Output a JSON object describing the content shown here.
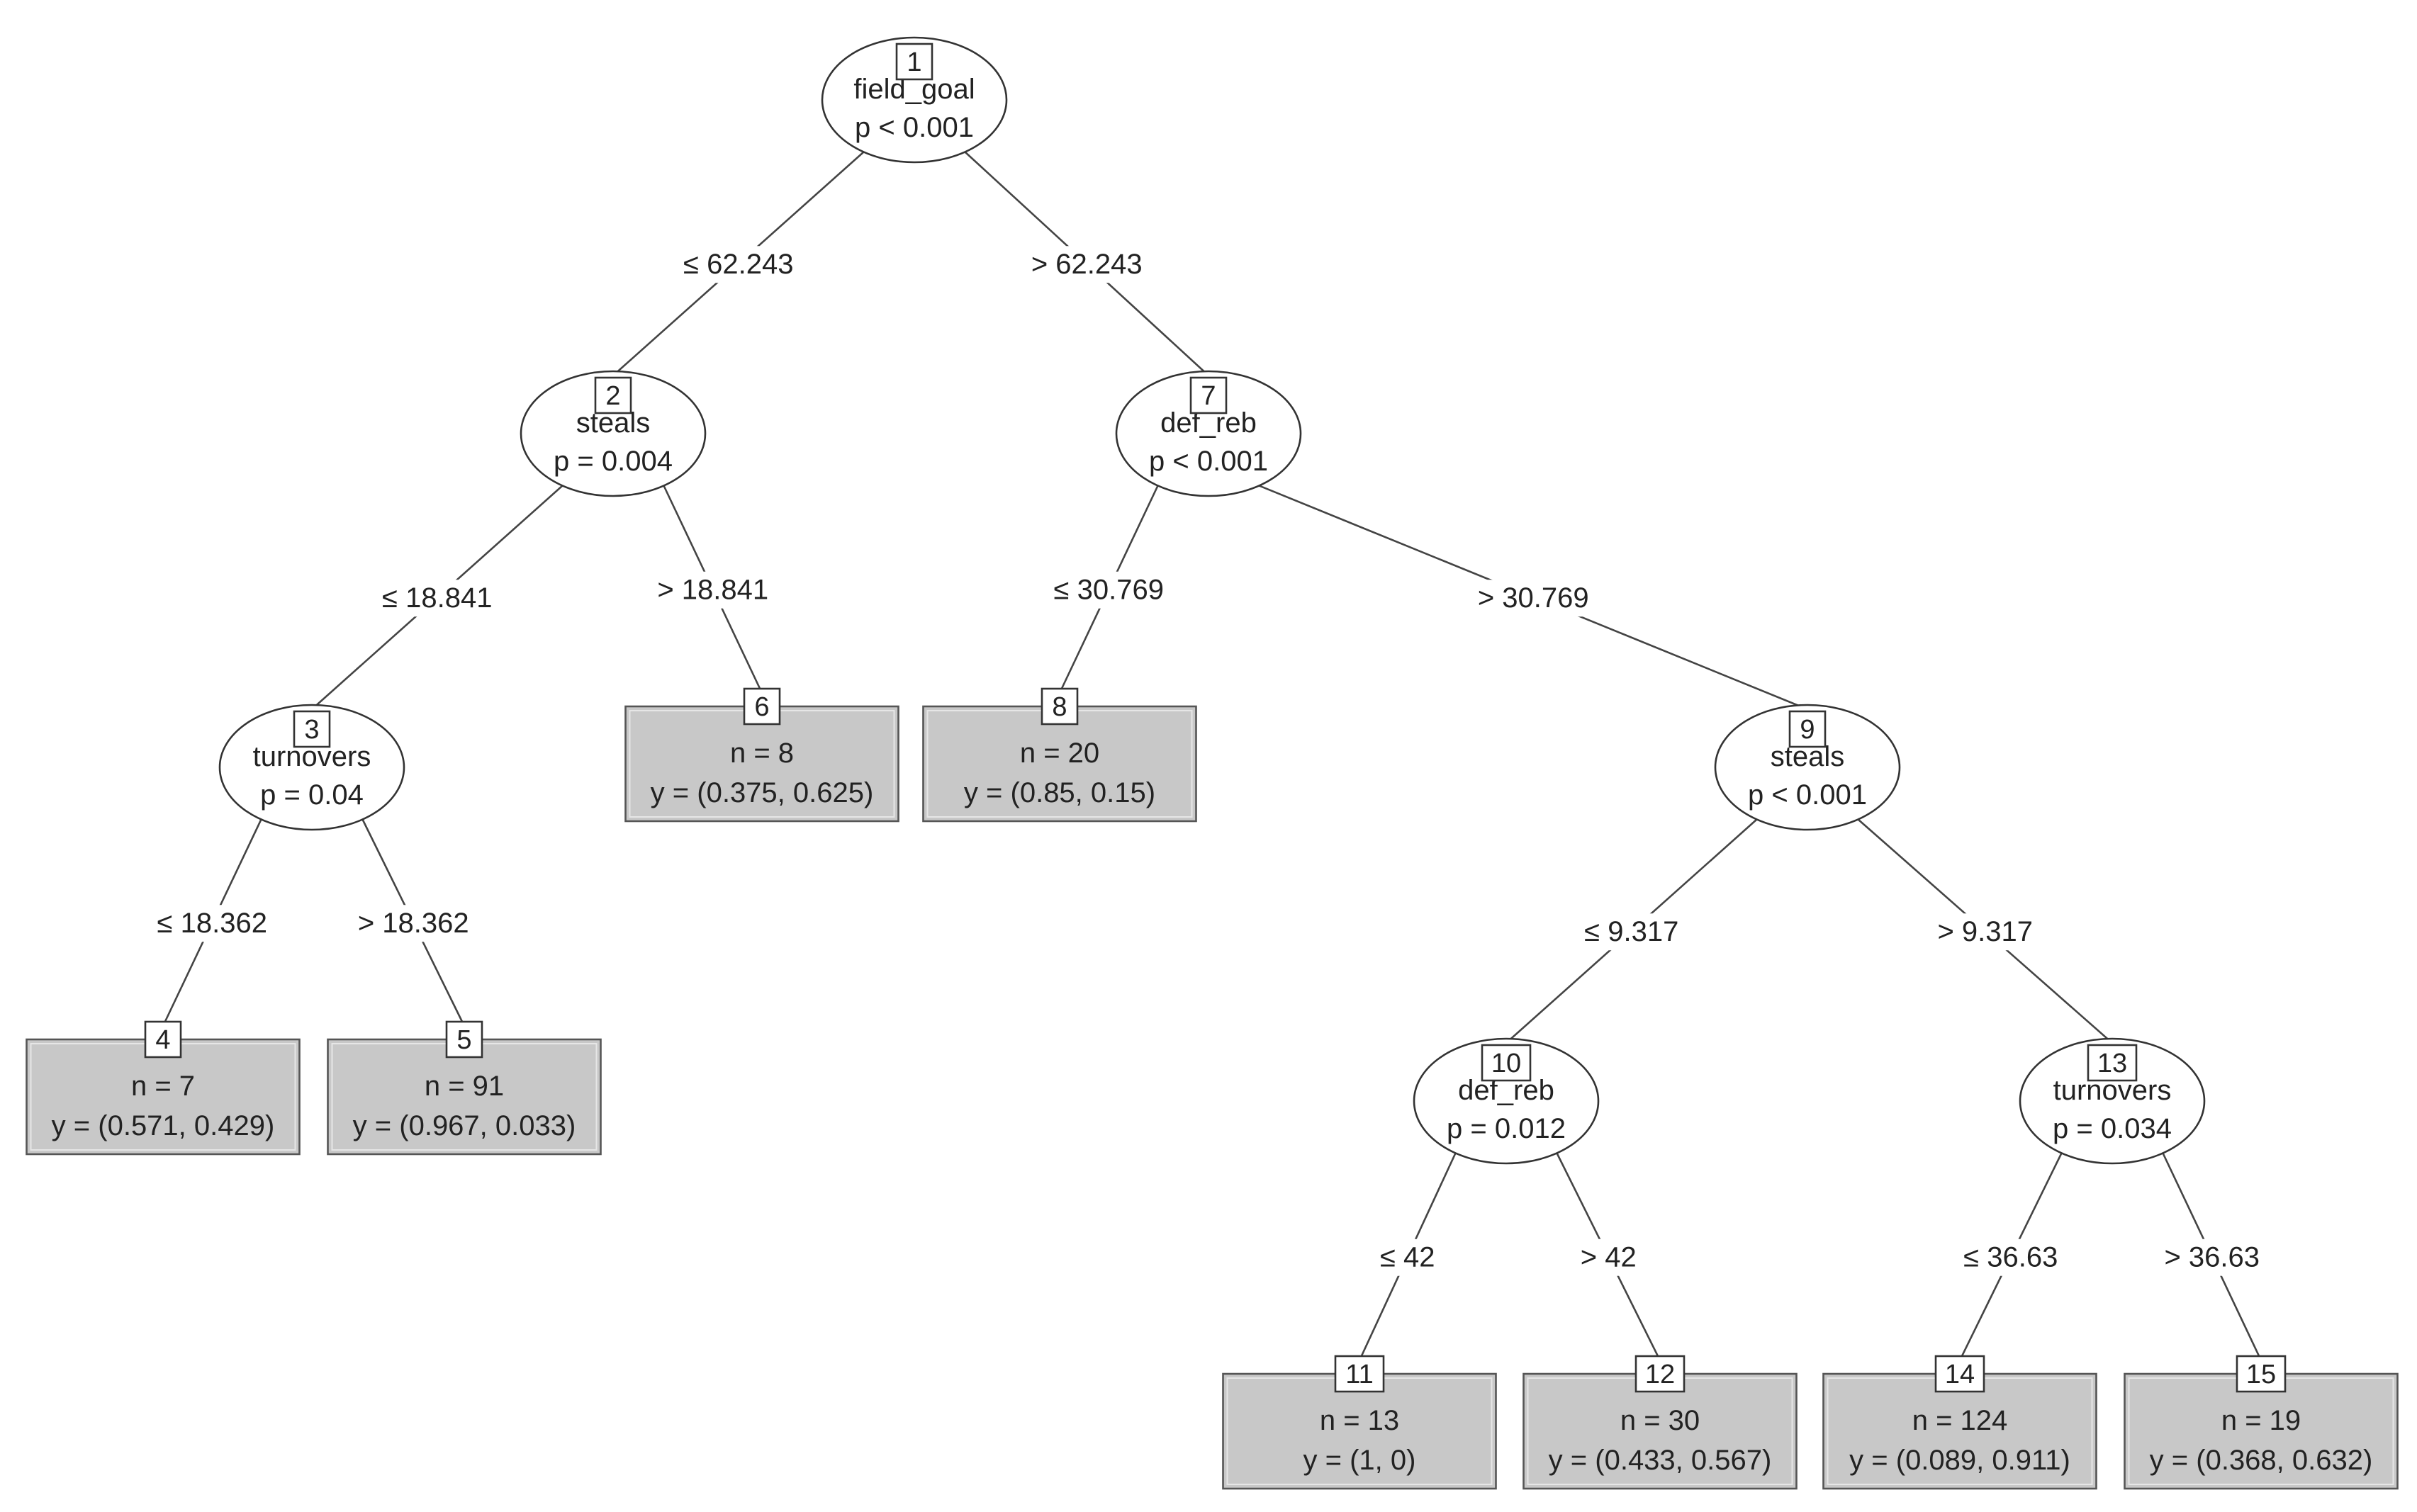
{
  "tree": {
    "nodes": [
      {
        "id": "1",
        "kind": "split",
        "variable": "field_goal",
        "stat": "p < 0.001"
      },
      {
        "id": "2",
        "kind": "split",
        "variable": "steals",
        "stat": "p = 0.004"
      },
      {
        "id": "3",
        "kind": "split",
        "variable": "turnovers",
        "stat": "p = 0.04"
      },
      {
        "id": "4",
        "kind": "leaf",
        "n": "n = 7",
        "y": "y = (0.571, 0.429)"
      },
      {
        "id": "5",
        "kind": "leaf",
        "n": "n = 91",
        "y": "y = (0.967, 0.033)"
      },
      {
        "id": "6",
        "kind": "leaf",
        "n": "n = 8",
        "y": "y = (0.375, 0.625)"
      },
      {
        "id": "7",
        "kind": "split",
        "variable": "def_reb",
        "stat": "p < 0.001"
      },
      {
        "id": "8",
        "kind": "leaf",
        "n": "n = 20",
        "y": "y = (0.85, 0.15)"
      },
      {
        "id": "9",
        "kind": "split",
        "variable": "steals",
        "stat": "p < 0.001"
      },
      {
        "id": "10",
        "kind": "split",
        "variable": "def_reb",
        "stat": "p = 0.012"
      },
      {
        "id": "11",
        "kind": "leaf",
        "n": "n = 13",
        "y": "y = (1, 0)"
      },
      {
        "id": "12",
        "kind": "leaf",
        "n": "n = 30",
        "y": "y = (0.433, 0.567)"
      },
      {
        "id": "13",
        "kind": "split",
        "variable": "turnovers",
        "stat": "p = 0.034"
      },
      {
        "id": "14",
        "kind": "leaf",
        "n": "n = 124",
        "y": "y = (0.089, 0.911)"
      },
      {
        "id": "15",
        "kind": "leaf",
        "n": "n = 19",
        "y": "y = (0.368, 0.632)"
      }
    ],
    "edges": [
      {
        "from": "1",
        "to": "2",
        "label": "≤ 62.243"
      },
      {
        "from": "1",
        "to": "7",
        "label": "> 62.243"
      },
      {
        "from": "2",
        "to": "3",
        "label": "≤ 18.841"
      },
      {
        "from": "2",
        "to": "6",
        "label": "> 18.841"
      },
      {
        "from": "3",
        "to": "4",
        "label": "≤ 18.362"
      },
      {
        "from": "3",
        "to": "5",
        "label": "> 18.362"
      },
      {
        "from": "7",
        "to": "8",
        "label": "≤ 30.769"
      },
      {
        "from": "7",
        "to": "9",
        "label": "> 30.769"
      },
      {
        "from": "9",
        "to": "10",
        "label": "≤ 9.317"
      },
      {
        "from": "9",
        "to": "13",
        "label": "> 9.317"
      },
      {
        "from": "10",
        "to": "11",
        "label": "≤ 42"
      },
      {
        "from": "10",
        "to": "12",
        "label": "> 42"
      },
      {
        "from": "13",
        "to": "14",
        "label": "≤ 36.63"
      },
      {
        "from": "13",
        "to": "15",
        "label": "> 36.63"
      }
    ]
  }
}
